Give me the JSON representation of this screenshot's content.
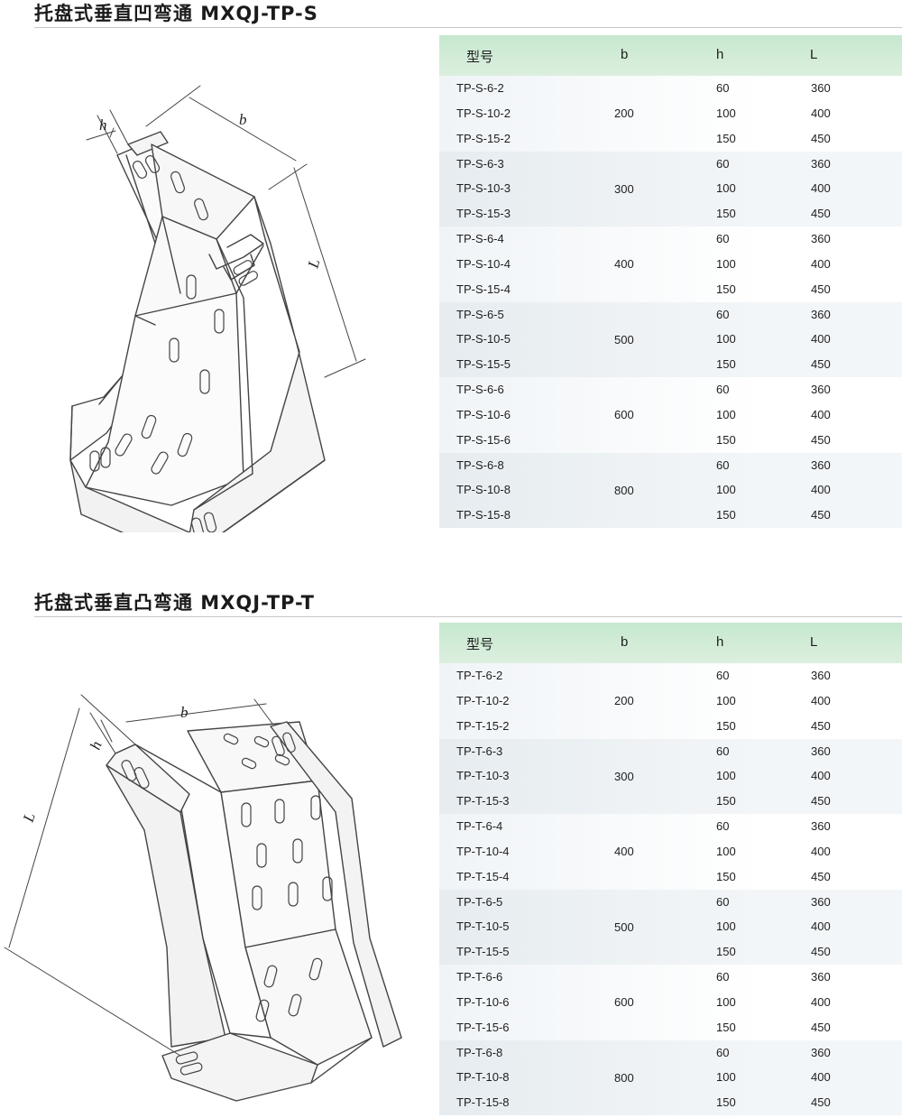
{
  "sections": [
    {
      "title": "托盘式垂直凹弯通  MXQJ-TP-S",
      "diagram_labels": {
        "h": "h",
        "b": "b",
        "L": "L"
      },
      "table": {
        "headers": {
          "model": "型号",
          "b": "b",
          "h": "h",
          "L": "L"
        },
        "groups": [
          {
            "b": "200",
            "rows": [
              {
                "model": "TP-S-6-2",
                "h": "60",
                "L": "360"
              },
              {
                "model": "TP-S-10-2",
                "h": "100",
                "L": "400"
              },
              {
                "model": "TP-S-15-2",
                "h": "150",
                "L": "450"
              }
            ]
          },
          {
            "b": "300",
            "rows": [
              {
                "model": "TP-S-6-3",
                "h": "60",
                "L": "360"
              },
              {
                "model": "TP-S-10-3",
                "h": "100",
                "L": "400"
              },
              {
                "model": "TP-S-15-3",
                "h": "150",
                "L": "450"
              }
            ]
          },
          {
            "b": "400",
            "rows": [
              {
                "model": "TP-S-6-4",
                "h": "60",
                "L": "360"
              },
              {
                "model": "TP-S-10-4",
                "h": "100",
                "L": "400"
              },
              {
                "model": "TP-S-15-4",
                "h": "150",
                "L": "450"
              }
            ]
          },
          {
            "b": "500",
            "rows": [
              {
                "model": "TP-S-6-5",
                "h": "60",
                "L": "360"
              },
              {
                "model": "TP-S-10-5",
                "h": "100",
                "L": "400"
              },
              {
                "model": "TP-S-15-5",
                "h": "150",
                "L": "450"
              }
            ]
          },
          {
            "b": "600",
            "rows": [
              {
                "model": "TP-S-6-6",
                "h": "60",
                "L": "360"
              },
              {
                "model": "TP-S-10-6",
                "h": "100",
                "L": "400"
              },
              {
                "model": "TP-S-15-6",
                "h": "150",
                "L": "450"
              }
            ]
          },
          {
            "b": "800",
            "rows": [
              {
                "model": "TP-S-6-8",
                "h": "60",
                "L": "360"
              },
              {
                "model": "TP-S-10-8",
                "h": "100",
                "L": "400"
              },
              {
                "model": "TP-S-15-8",
                "h": "150",
                "L": "450"
              }
            ]
          }
        ]
      }
    },
    {
      "title": "托盘式垂直凸弯通 MXQJ-TP-T",
      "diagram_labels": {
        "h": "h",
        "b": "b",
        "L": "L"
      },
      "table": {
        "headers": {
          "model": "型号",
          "b": "b",
          "h": "h",
          "L": "L"
        },
        "groups": [
          {
            "b": "200",
            "rows": [
              {
                "model": "TP-T-6-2",
                "h": "60",
                "L": "360"
              },
              {
                "model": "TP-T-10-2",
                "h": "100",
                "L": "400"
              },
              {
                "model": "TP-T-15-2",
                "h": "150",
                "L": "450"
              }
            ]
          },
          {
            "b": "300",
            "rows": [
              {
                "model": "TP-T-6-3",
                "h": "60",
                "L": "360"
              },
              {
                "model": "TP-T-10-3",
                "h": "100",
                "L": "400"
              },
              {
                "model": "TP-T-15-3",
                "h": "150",
                "L": "450"
              }
            ]
          },
          {
            "b": "400",
            "rows": [
              {
                "model": "TP-T-6-4",
                "h": "60",
                "L": "360"
              },
              {
                "model": "TP-T-10-4",
                "h": "100",
                "L": "400"
              },
              {
                "model": "TP-T-15-4",
                "h": "150",
                "L": "450"
              }
            ]
          },
          {
            "b": "500",
            "rows": [
              {
                "model": "TP-T-6-5",
                "h": "60",
                "L": "360"
              },
              {
                "model": "TP-T-10-5",
                "h": "100",
                "L": "400"
              },
              {
                "model": "TP-T-15-5",
                "h": "150",
                "L": "450"
              }
            ]
          },
          {
            "b": "600",
            "rows": [
              {
                "model": "TP-T-6-6",
                "h": "60",
                "L": "360"
              },
              {
                "model": "TP-T-10-6",
                "h": "100",
                "L": "400"
              },
              {
                "model": "TP-T-15-6",
                "h": "150",
                "L": "450"
              }
            ]
          },
          {
            "b": "800",
            "rows": [
              {
                "model": "TP-T-6-8",
                "h": "60",
                "L": "360"
              },
              {
                "model": "TP-T-10-8",
                "h": "100",
                "L": "400"
              },
              {
                "model": "TP-T-15-8",
                "h": "150",
                "L": "450"
              }
            ]
          }
        ]
      }
    }
  ]
}
